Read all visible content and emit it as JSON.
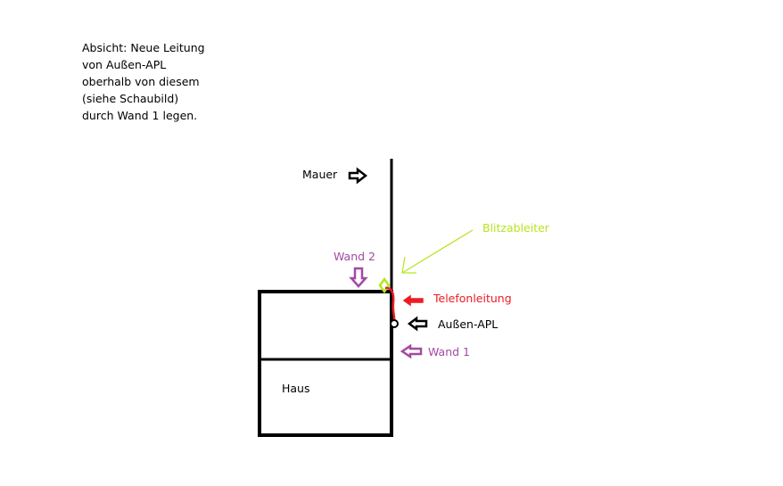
{
  "intent_note": {
    "lines": [
      "Absicht: Neue Leitung",
      "von Außen-APL",
      "oberhalb von diesem",
      "(siehe Schaubild)",
      "durch Wand 1 legen."
    ]
  },
  "labels": {
    "mauer": "Mauer",
    "blitzableiter": "Blitzableiter",
    "wand2": "Wand 2",
    "telefonleitung": "Telefonleitung",
    "aussen_apl": "Außen-APL",
    "wand1": "Wand 1",
    "haus": "Haus"
  },
  "colors": {
    "black": "#000000",
    "purple": "#a349a4",
    "red": "#ed1c24",
    "lime": "#b5e61d"
  }
}
